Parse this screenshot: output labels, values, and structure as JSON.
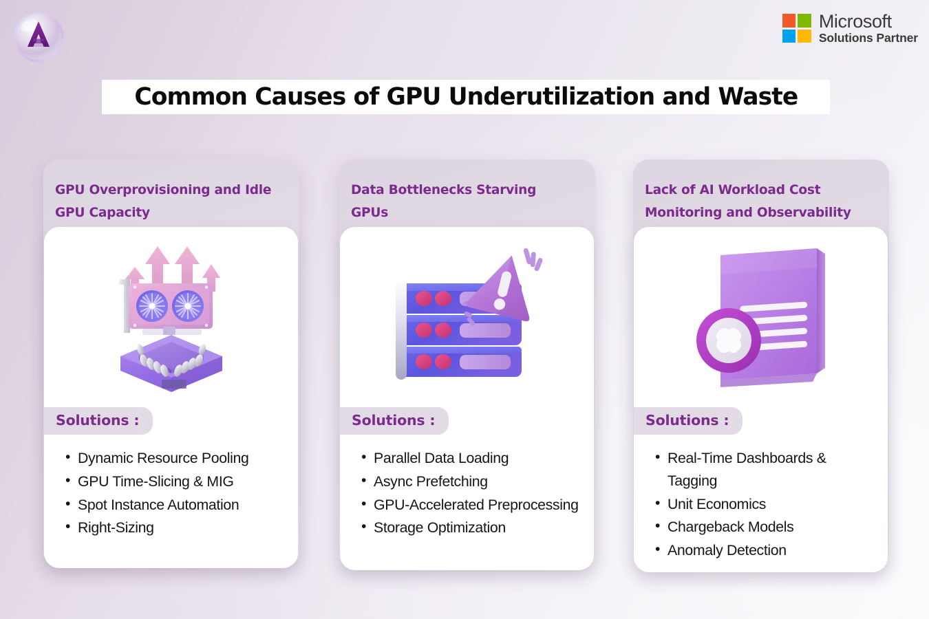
{
  "brand": {
    "logo_letter": "A",
    "logo_icon": "bubble-sphere-a-logo"
  },
  "microsoft_badge": {
    "name": "Microsoft",
    "subtitle": "Solutions Partner",
    "icon": "microsoft-four-squares-logo",
    "square_colors": [
      "#F05A28",
      "#7FBA00",
      "#00A2ED",
      "#FFB901"
    ]
  },
  "headline": {
    "text": "Common Causes of GPU Underutilization and Waste",
    "banner_bg": "#FFFFFF",
    "text_color": "#0B0B0D"
  },
  "theme": {
    "accent_purple": "#7B2A8E",
    "card_header_bg": "#E3DCE6",
    "card_body_bg": "#FFFFFF",
    "pill_bg": "#E2DBE6",
    "body_text": "#151518",
    "page_bg_from": "#D8CBDC",
    "page_bg_to": "#F9F9FC"
  },
  "cards": [
    {
      "id": "gpu-overprovisioning",
      "title": "GPU Overprovisioning and Idle GPU Capacity",
      "illustration": "gpu-graphics-card-with-up-arrows-icon",
      "solutions_label": "Solutions :",
      "solutions": [
        "Dynamic Resource Pooling",
        "GPU Time-Slicing & MIG",
        "Spot Instance Automation",
        "Right-Sizing"
      ]
    },
    {
      "id": "data-bottlenecks",
      "title": "Data Bottlenecks Starving GPUs",
      "illustration": "database-server-stack-with-warning-triangle-icon",
      "solutions_label": "Solutions :",
      "solutions": [
        "Parallel Data Loading",
        "Async Prefetching",
        "GPU-Accelerated Preprocessing",
        "Storage Optimization"
      ]
    },
    {
      "id": "cost-monitoring",
      "title": "Lack of AI Workload Cost Monitoring and Observability",
      "illustration": "document-with-error-cross-badge-icon",
      "solutions_label": "Solutions :",
      "solutions": [
        "Real-Time Dashboards & Tagging",
        "Unit Economics",
        "Chargeback Models",
        "Anomaly Detection"
      ]
    }
  ]
}
